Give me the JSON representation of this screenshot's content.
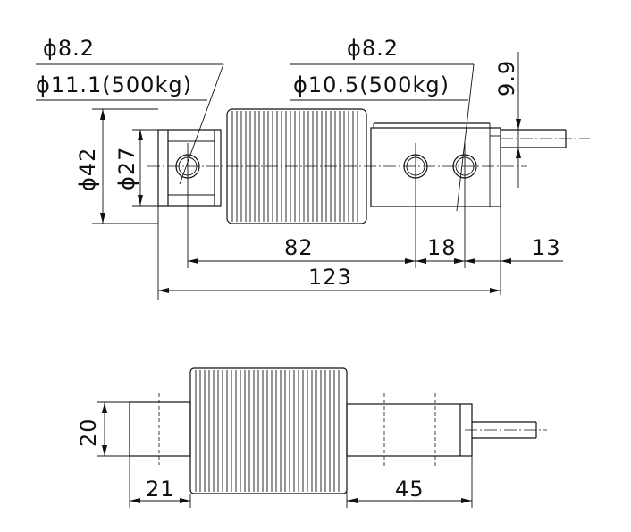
{
  "top_view": {
    "left_hole_callout": {
      "line1": "ϕ8.2",
      "line2": "ϕ11.1(500kg)"
    },
    "right_hole_callout": {
      "line1": "ϕ8.2",
      "line2": "ϕ10.5(500kg)"
    },
    "dim_9_9": "9.9",
    "dim_phi42": "ϕ42",
    "dim_phi27": "ϕ27",
    "dim_82": "82",
    "dim_18": "18",
    "dim_13": "13",
    "dim_123": "123"
  },
  "side_view": {
    "dim_20": "20",
    "dim_21": "21",
    "dim_45": "45"
  }
}
